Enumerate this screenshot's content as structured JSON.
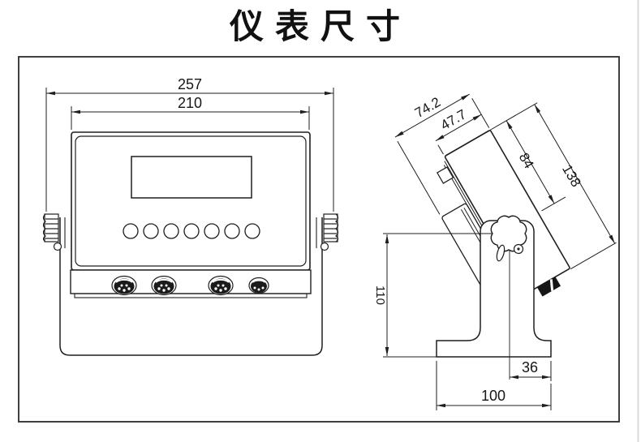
{
  "title": "仪表尺寸",
  "front_view": {
    "dims": {
      "overall_width": "257",
      "panel_width": "210"
    }
  },
  "side_view": {
    "dims": {
      "total_depth": "74.2",
      "housing_depth": "47.7",
      "panel_length": "84",
      "body_length": "138",
      "stand_height": "110",
      "pivot_to_base_edge": "36",
      "base_width": "100"
    }
  },
  "colors": {
    "line": "#1f1f1f",
    "background": "#ffffff"
  }
}
